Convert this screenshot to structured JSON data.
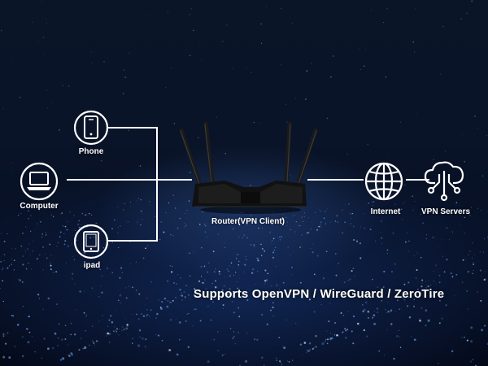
{
  "devices": [
    {
      "id": "phone",
      "label": "Phone",
      "icon": "phone-icon"
    },
    {
      "id": "computer",
      "label": "Computer",
      "icon": "laptop-icon"
    },
    {
      "id": "ipad",
      "label": "ipad",
      "icon": "tablet-icon"
    }
  ],
  "router": {
    "label": "Router(VPN Client)",
    "icon": "router-icon"
  },
  "internet": {
    "label": "Internet",
    "icon": "globe-icon"
  },
  "vpn_servers": {
    "label": "VPN Servers",
    "icon": "cloud-network-icon"
  },
  "tagline": "Supports OpenVPN / WireGuard / ZeroTire",
  "colors": {
    "line": "#ffffff",
    "background": "#071024",
    "router_body": "#111111"
  }
}
